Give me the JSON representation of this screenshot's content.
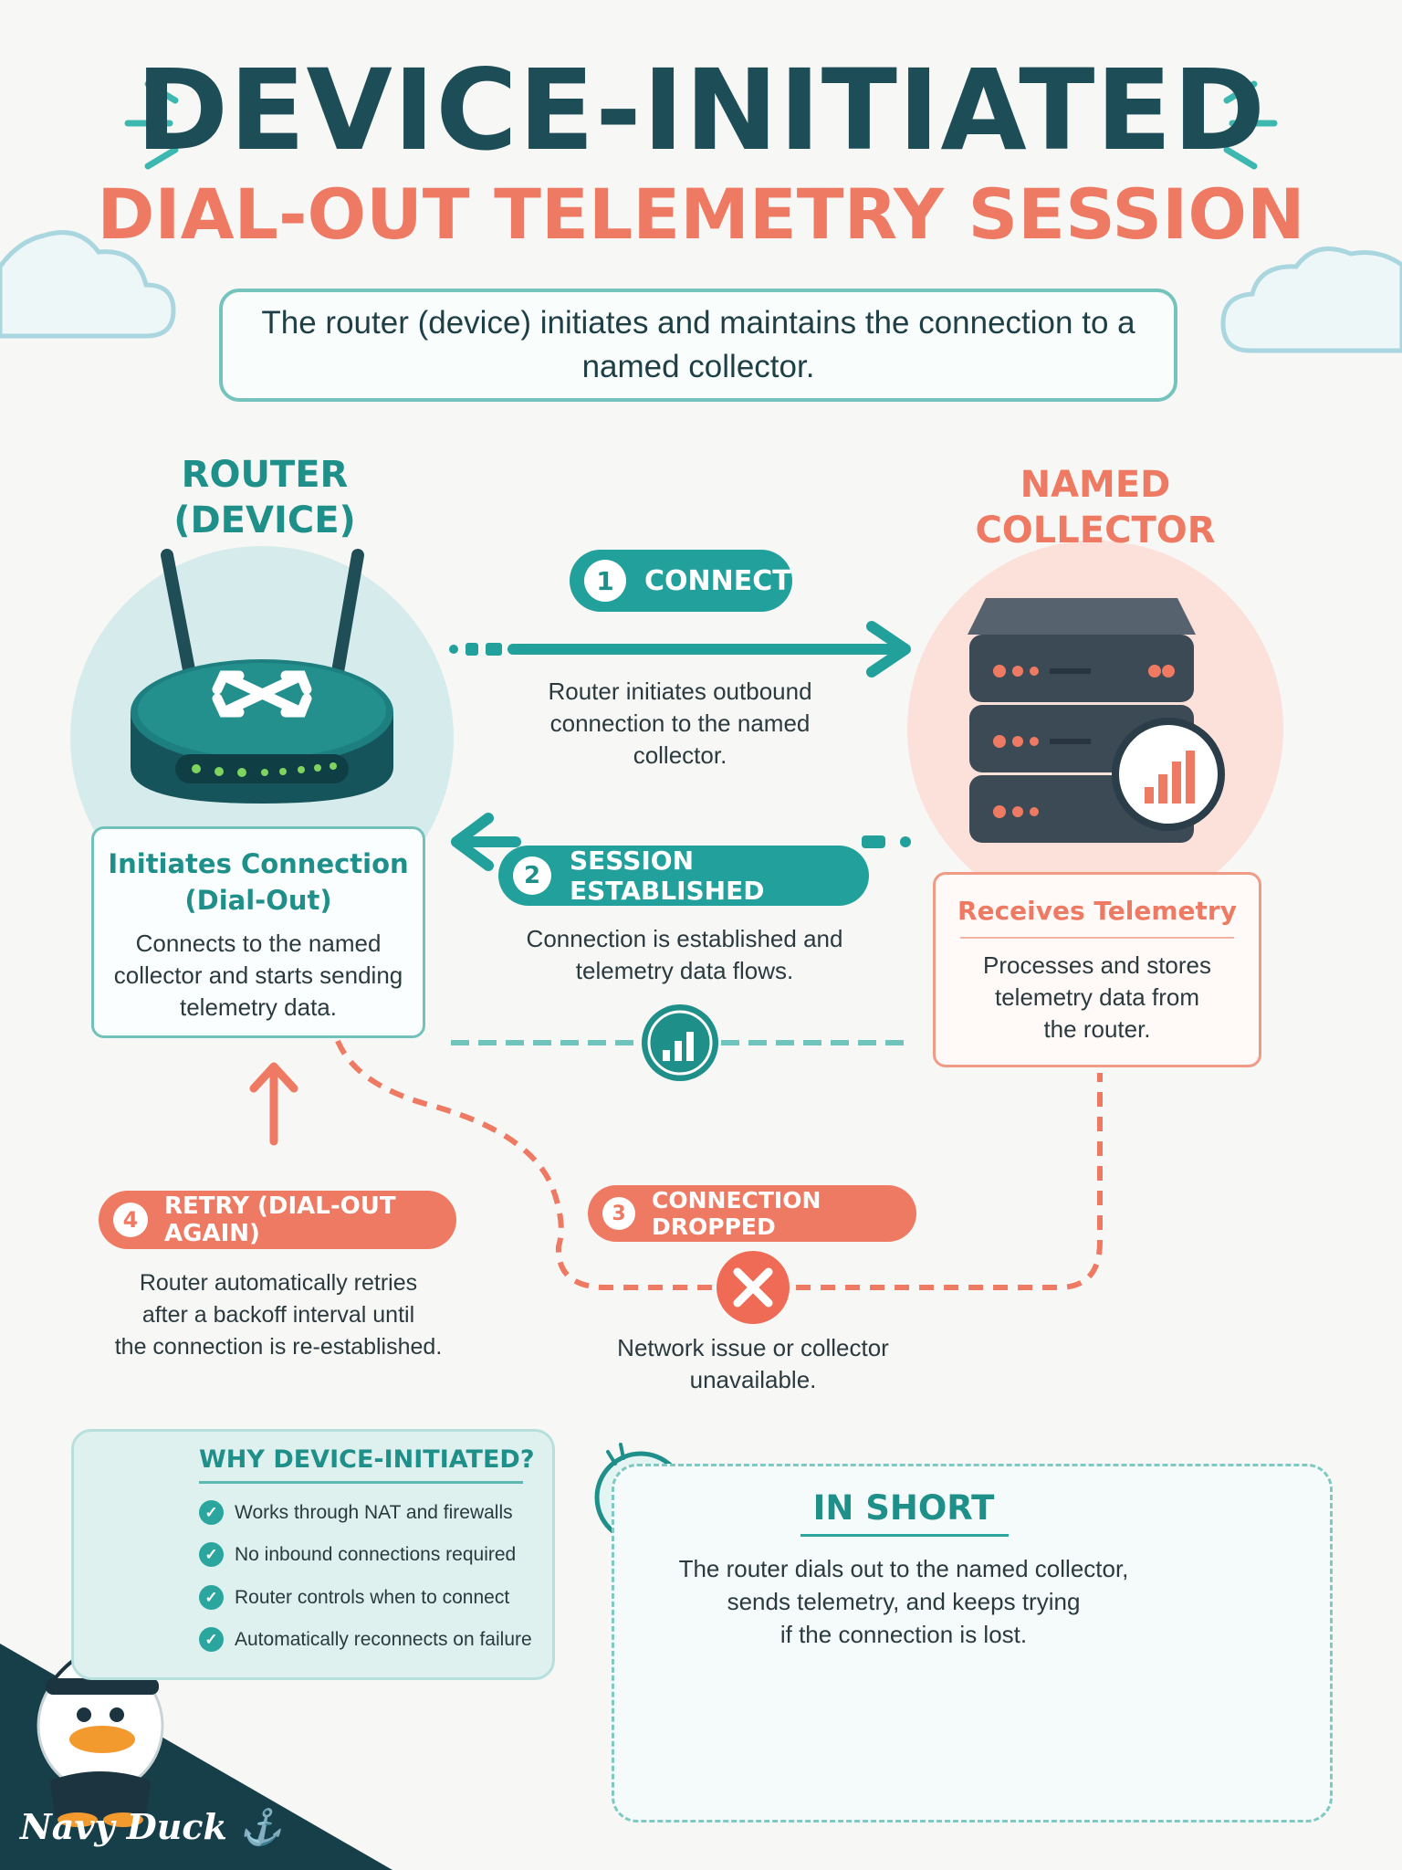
{
  "header": {
    "title": "DEVICE-INITIATED",
    "subtitle": "DIAL-OUT TELEMETRY SESSION",
    "description": "The router (device) initiates and maintains the connection to a named collector."
  },
  "router": {
    "title_line1": "ROUTER",
    "title_line2": "(DEVICE)",
    "card_title_line1": "Initiates Connection",
    "card_title_line2": "(Dial-Out)",
    "card_line1": "Connects to the named",
    "card_line2": "collector and starts sending",
    "card_line3": "telemetry data."
  },
  "collector": {
    "title_line1": "NAMED",
    "title_line2": "COLLECTOR",
    "card_title": "Receives Telemetry",
    "card_line1": "Processes and stores",
    "card_line2": "telemetry data from",
    "card_line3": "the router."
  },
  "steps": [
    {
      "num": "1",
      "label": "CONNECT",
      "line1": "Router initiates outbound",
      "line2": "connection to the named",
      "line3": "collector."
    },
    {
      "num": "2",
      "label": "SESSION ESTABLISHED",
      "line1": "Connection is established and",
      "line2": "telemetry data flows."
    },
    {
      "num": "3",
      "label": "CONNECTION DROPPED",
      "line1": "Network issue or collector",
      "line2": "unavailable."
    },
    {
      "num": "4",
      "label": "RETRY (DIAL-OUT AGAIN)",
      "line1": "Router automatically retries",
      "line2": "after a backoff interval until",
      "line3": "the connection is re-established."
    }
  ],
  "why": {
    "title": "WHY DEVICE-INITIATED?",
    "items": [
      "Works through NAT and firewalls",
      "No inbound connections required",
      "Router controls when to connect",
      "Automatically reconnects on failure"
    ]
  },
  "in_short": {
    "title": "IN SHORT",
    "line1": "The router dials out to the named collector,",
    "line2": "sends telemetry, and keeps trying",
    "line3": "if the connection is lost."
  },
  "brand": "Navy Duck ⚓",
  "colors": {
    "teal": "#22a09b",
    "navy": "#1d4e57",
    "coral": "#ef7a63",
    "server": "#3c4a55"
  }
}
